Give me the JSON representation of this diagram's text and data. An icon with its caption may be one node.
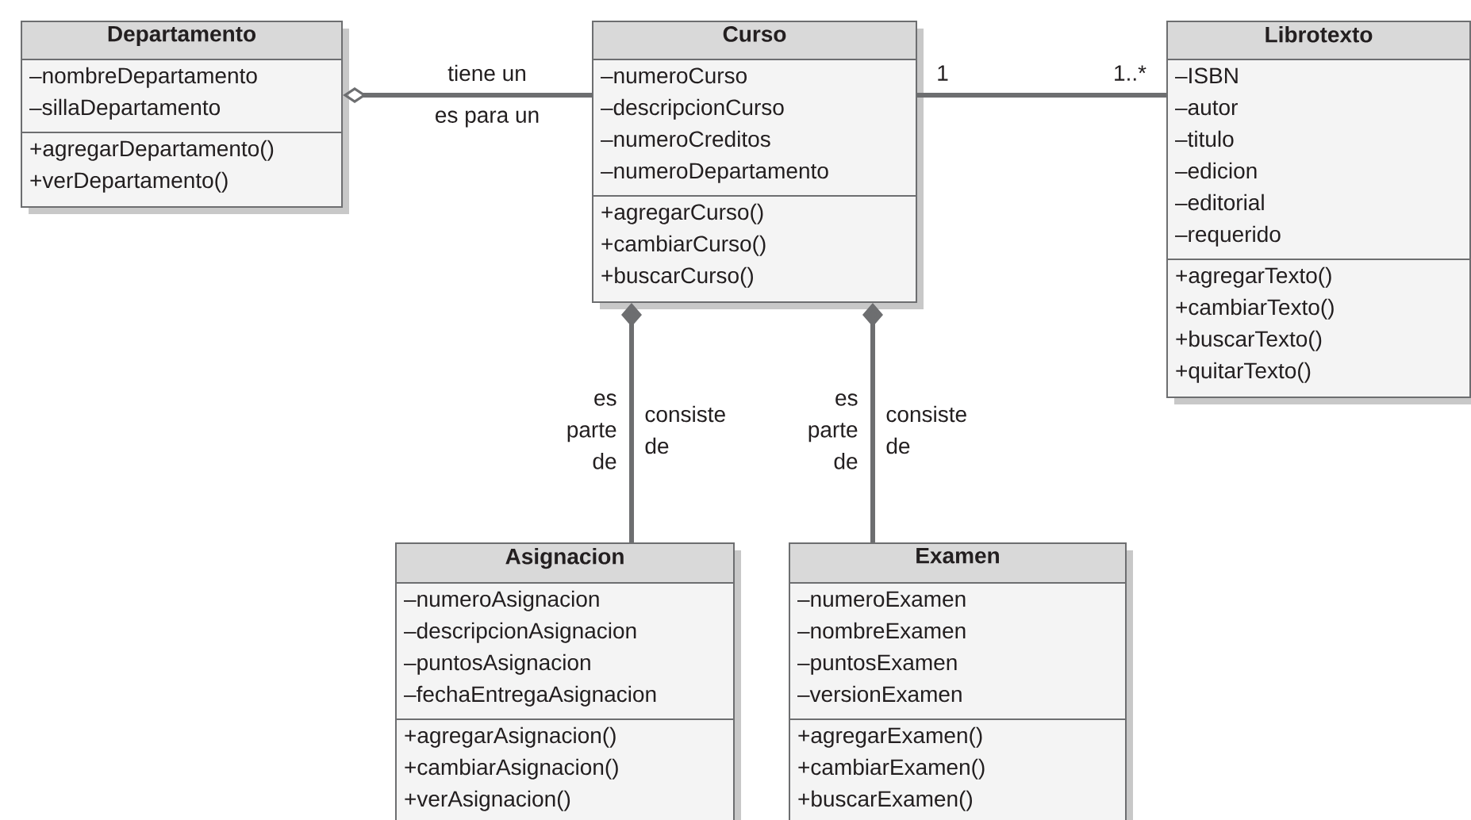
{
  "diagram": {
    "nodes": [
      {
        "text": [
          "Departamento"
        ]
      },
      {
        "text": [
          "–nombreDepartamento",
          "–sillaDepartamento"
        ],
        "in": 0
      },
      {
        "text": [
          "+agregarDepartamento()",
          "+verDepartamento()"
        ],
        "in": 0
      },
      {
        "text": [
          "Curso"
        ]
      },
      {
        "text": [
          "–numeroCurso",
          "–descripcionCurso",
          "–numeroCreditos",
          "–numeroDepartamento"
        ],
        "in": 3
      },
      {
        "text": [
          "+agregarCurso()",
          "+cambiarCurso()",
          "+buscarCurso()"
        ],
        "in": 3
      },
      {
        "text": [
          "Librotexto"
        ]
      },
      {
        "text": [
          "–ISBN",
          "–autor",
          "–titulo",
          "–edicion",
          "–editorial",
          "–requerido"
        ],
        "in": 6
      },
      {
        "text": [
          "+agregarTexto()",
          "+cambiarTexto()",
          "+buscarTexto()",
          "+quitarTexto()"
        ],
        "in": 6
      },
      {
        "text": [
          "Asignacion"
        ]
      },
      {
        "text": [
          "–numeroAsignacion",
          "–descripcionAsignacion",
          "–puntosAsignacion",
          "–fechaEntregaAsignacion"
        ],
        "in": 9
      },
      {
        "text": [
          "+agregarAsignacion()",
          "+cambiarAsignacion()",
          "+verAsignacion()"
        ],
        "in": 9
      },
      {
        "text": [
          "Examen"
        ]
      },
      {
        "text": [
          "–numeroExamen",
          "–nombreExamen",
          "–puntosExamen",
          "–versionExamen"
        ],
        "in": 12
      },
      {
        "text": [
          "+agregarExamen()",
          "+cambiarExamen()",
          "+buscarExamen()"
        ],
        "in": 12
      }
    ],
    "edges": [
      {
        "from": 0,
        "to": 3,
        "arrow": "other",
        "label": "tiene un"
      },
      {
        "from": 3,
        "to": 6,
        "arrow": "none"
      },
      {
        "from": 3,
        "to": 9,
        "arrow": "other",
        "label": "consiste de"
      },
      {
        "from": 3,
        "to": 12,
        "arrow": "other",
        "label": "consiste de"
      }
    ],
    "labels": [
      "es para un",
      "1",
      "1..*",
      "es parte de",
      "es parte de"
    ]
  }
}
